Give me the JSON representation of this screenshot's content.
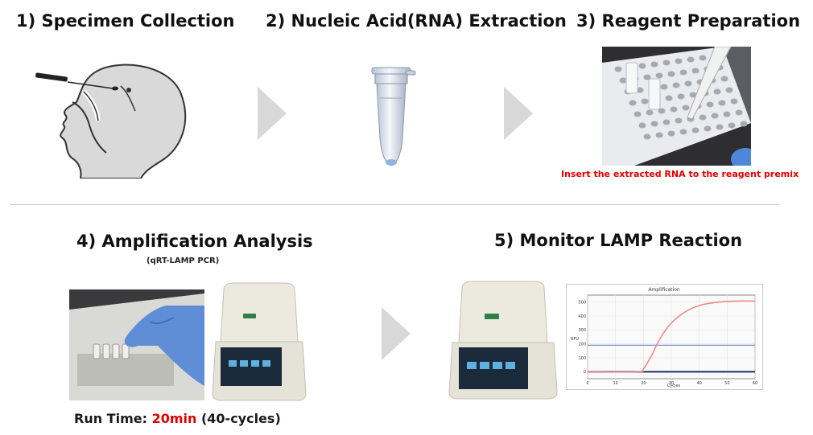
{
  "steps": [
    {
      "number": "1)",
      "label": "Specimen Collection"
    },
    {
      "number": "2)",
      "label": "Nucleic Acid(RNA) Extraction"
    },
    {
      "number": "3)",
      "label": "Reagent Preparation"
    },
    {
      "number": "4)",
      "label": "Amplification Analysis"
    },
    {
      "number": "5)",
      "label": "Monitor LAMP Reaction"
    }
  ],
  "step3_note": "Insert the extracted RNA to the reagent premix",
  "step4_subtitle": "(qRT-LAMP PCR)",
  "runtime": {
    "prefix": "Run Time:",
    "highlight": "20min",
    "suffix": "(40-cycles)"
  },
  "colors": {
    "highlight": "#e10000",
    "arrow": "#d8d8d8",
    "curve_positive": "#f08a8a",
    "threshold": "#7a8fd6",
    "baseline": "#1f2a6e"
  },
  "amplification_chart": {
    "title": "Amplification",
    "ylabel": "RFU",
    "xlabel": "Cycles",
    "x_ticks": [
      "0",
      "10",
      "20",
      "30",
      "40",
      "50",
      "60"
    ],
    "y_ticks": [
      "0",
      "100",
      "200",
      "300",
      "400",
      "500"
    ],
    "threshold": 190,
    "positive_curve": [
      [
        0,
        0
      ],
      [
        18,
        0
      ],
      [
        20,
        20
      ],
      [
        23,
        120
      ],
      [
        26,
        240
      ],
      [
        30,
        350
      ],
      [
        35,
        430
      ],
      [
        40,
        475
      ],
      [
        45,
        495
      ],
      [
        50,
        505
      ],
      [
        55,
        508
      ],
      [
        60,
        508
      ]
    ],
    "negative_curve": [
      [
        0,
        0
      ],
      [
        60,
        0
      ]
    ]
  }
}
